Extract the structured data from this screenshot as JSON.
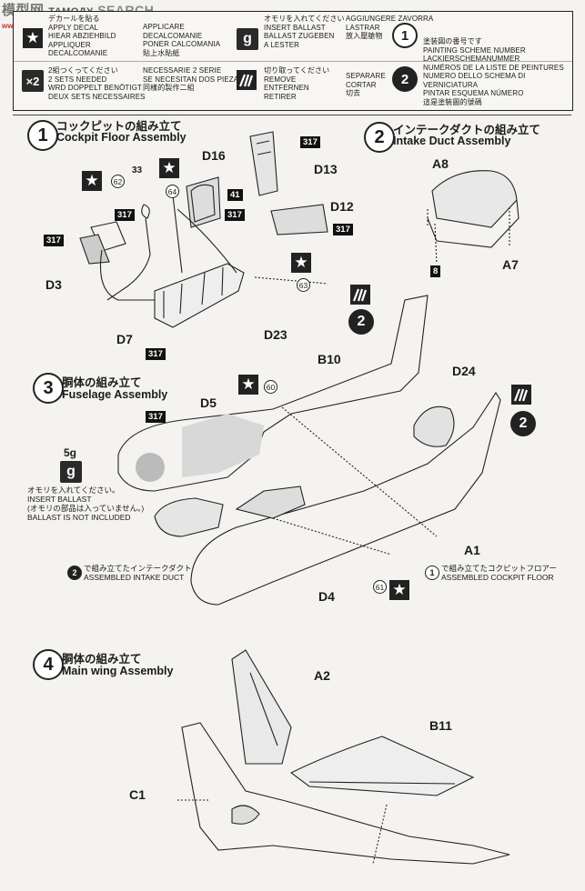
{
  "watermark": {
    "brand": "模型网",
    "search": "SEARCH",
    "prefix": "ТАМОДУ",
    "url": "www.hpbaby.com"
  },
  "legend": {
    "apply_decal": [
      "デカールを貼る",
      "APPLY DECAL",
      "HIEAR ABZIEHBILD",
      "APPLIQUER DECALCOMANIE"
    ],
    "apply_decal_2": [
      "APPLICARE DECALCOMANIE",
      "PONER CALCOMANIA",
      "貼上水貼紙"
    ],
    "ballast": [
      "オモリを入れてください",
      "INSERT BALLAST",
      "BALLAST ZUGEBEN",
      "A LESTER"
    ],
    "ballast_2": [
      "AGGIUNGERE ZAVORRA",
      "LASTRAR",
      "放入壓艙物"
    ],
    "scheme": [
      "塗装図の番号です",
      "PAINTING SCHEME NUMBER",
      "LACKIERSCHEMANUMMER",
      "NUMÉROS DE LA LISTE DE PEINTURES",
      "NUMERO DELLO SCHEMA DI VERNICIATURA",
      "PINTAR ESQUEMA NÚMERO",
      "這是塗裝圖的號碼"
    ],
    "two_sets": [
      "2組つくってください",
      "2 SETS NEEDED",
      "WRD DOPPELT BENÖTIGT",
      "DEUX SETS NECESSAIRES"
    ],
    "two_sets_2": [
      "NECESSARIE 2 SERIE",
      "SE NECESITAN DOS PIEZAS",
      "同樣的製作二組"
    ],
    "remove": [
      "切り取ってください",
      "REMOVE",
      "ENTFERNEN",
      "RETIRER"
    ],
    "remove_2": [
      "SEPARARE",
      "CORTAR",
      "切去"
    ],
    "x2": "×2",
    "g": "g",
    "one": "1",
    "two": "2"
  },
  "steps": [
    {
      "num": "1",
      "jp": "コックピットの組み立て",
      "en": "Cockpit Floor Assembly"
    },
    {
      "num": "2",
      "jp": "インテークダクトの組み立て",
      "en": "Intake Duct Assembly"
    },
    {
      "num": "3",
      "jp": "胴体の組み立て",
      "en": "Fuselage Assembly"
    },
    {
      "num": "4",
      "jp": "胴体の組み立て",
      "en": "Main wing Assembly"
    }
  ],
  "parts": {
    "d16": "D16",
    "d13": "D13",
    "d12": "D12",
    "d3": "D3",
    "d7": "D7",
    "d23": "D23",
    "a8": "A8",
    "a7": "A7",
    "b10": "B10",
    "d24": "D24",
    "d5": "D5",
    "a1": "A1",
    "d4": "D4",
    "a2": "A2",
    "b11": "B11",
    "c1": "C1"
  },
  "badges": {
    "b317": "317",
    "b41": "41",
    "b8": "8"
  },
  "decals": {
    "n62": "62",
    "n33": "33",
    "n64": "64",
    "n63": "63",
    "n60": "60",
    "n61": "61"
  },
  "ballast_note": {
    "weight": "5g",
    "l1": "オモリを入れてください。",
    "l2": "INSERT BALLAST",
    "l3": "(オモリの部品は入っていません。)",
    "l4": "BALLAST IS NOT INCLUDED"
  },
  "assembled": {
    "duct_jp": "で組み立てたインテークダクト",
    "duct_en": "ASSEMBLED INTAKE DUCT",
    "floor_jp": "で組み立てたコクピットフロアー",
    "floor_en": "ASSEMBLED COCKPIT FLOOR"
  }
}
